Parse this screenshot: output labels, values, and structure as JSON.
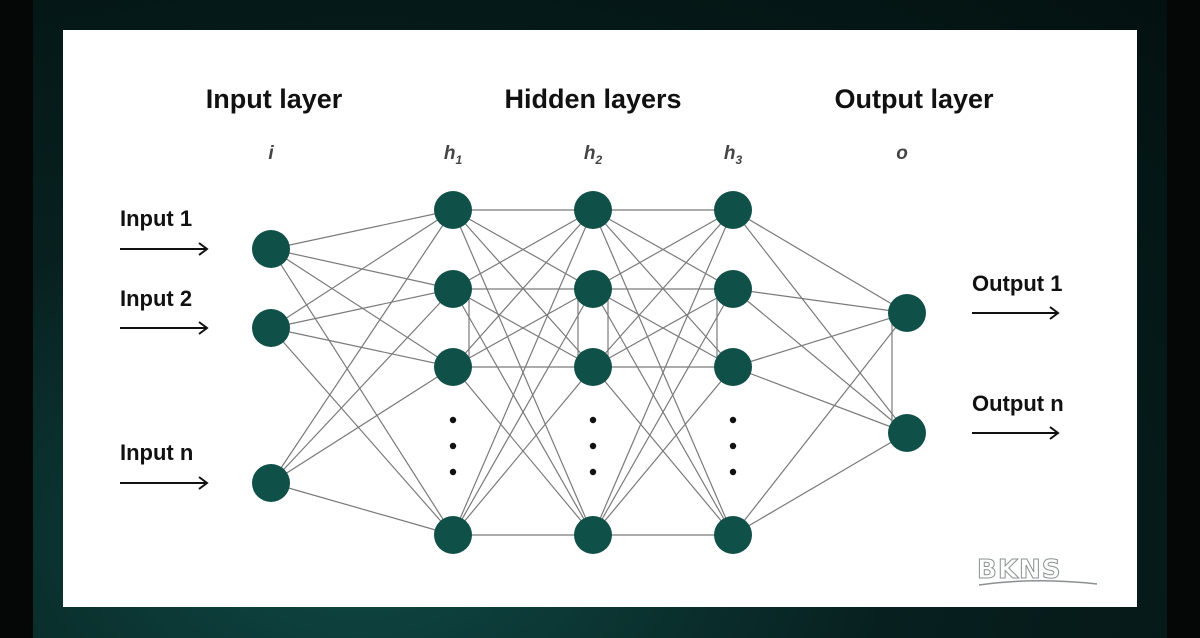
{
  "titles": {
    "input_layer": "Input layer",
    "hidden_layers": "Hidden layers",
    "output_layer": "Output layer"
  },
  "symbols": {
    "input": "i",
    "hidden_1_base": "h",
    "hidden_1_sub": "1",
    "hidden_2_base": "h",
    "hidden_2_sub": "2",
    "hidden_3_base": "h",
    "hidden_3_sub": "3",
    "output": "o"
  },
  "inputs": [
    "Input 1",
    "Input 2",
    "Input  n"
  ],
  "outputs": [
    "Output 1",
    "Output n"
  ],
  "logo": "BKNS",
  "colors": {
    "node": "#0f5048",
    "edge": "#7a7a7a",
    "text": "#111111",
    "background_panel": "#ffffff"
  },
  "icons": {
    "arrow": "right-arrow-icon",
    "ellipsis": "vertical-dots-icon"
  }
}
